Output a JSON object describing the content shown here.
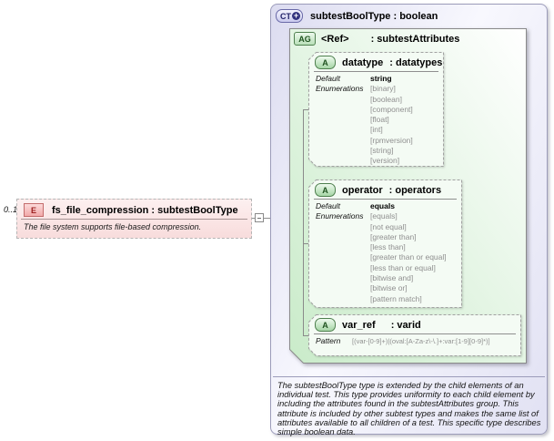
{
  "element": {
    "cardinality": "0..1",
    "badge": "E",
    "name": "fs_file_compression : subtestBoolType",
    "description": "The file system supports file-based compression."
  },
  "complex_type": {
    "badge": "CT",
    "plus": "+",
    "title": "subtestBoolType : boolean",
    "description": "The subtestBoolType type is extended by the child elements of an individual test.  This type provides uniformity to each child element by including the attributes found in the subtestAttributes group.  This attribute is included by other subtest types and makes the same list of attributes available to all children of a test.  This specific type describes simple boolean data."
  },
  "attribute_group": {
    "badge": "AG",
    "name": "<Ref>",
    "type_label": ": subtestAttributes"
  },
  "attributes": [
    {
      "badge": "A",
      "name": "datatype",
      "type_label": ": datatypes",
      "facets": [
        {
          "label": "Default",
          "value": "string"
        },
        {
          "label": "Enumerations",
          "value": "[binary]"
        },
        {
          "label": "",
          "value": "[boolean]"
        },
        {
          "label": "",
          "value": "[component]"
        },
        {
          "label": "",
          "value": "[float]"
        },
        {
          "label": "",
          "value": "[int]"
        },
        {
          "label": "",
          "value": "[rpmversion]"
        },
        {
          "label": "",
          "value": "[string]"
        },
        {
          "label": "",
          "value": "[version]"
        }
      ]
    },
    {
      "badge": "A",
      "name": "operator",
      "type_label": ": operators",
      "facets": [
        {
          "label": "Default",
          "value": "equals"
        },
        {
          "label": "Enumerations",
          "value": "[equals]"
        },
        {
          "label": "",
          "value": "[not equal]"
        },
        {
          "label": "",
          "value": "[greater than]"
        },
        {
          "label": "",
          "value": "[less than]"
        },
        {
          "label": "",
          "value": "[greater than or equal]"
        },
        {
          "label": "",
          "value": "[less than or equal]"
        },
        {
          "label": "",
          "value": "[bitwise and]"
        },
        {
          "label": "",
          "value": "[bitwise or]"
        },
        {
          "label": "",
          "value": "[pattern match]"
        }
      ]
    },
    {
      "badge": "A",
      "name": "var_ref",
      "type_label": ": varid",
      "facets": [
        {
          "label": "Pattern",
          "value": "[(var-[0-9]+)|(oval:[A-Za-z\\-\\.]+:var:[1-9][0-9]*)]"
        }
      ]
    }
  ],
  "colors": {
    "element_fill": "#f8dcdc",
    "element_accent": "#c46c6c",
    "complex_type_fill": "#e1e1f3",
    "complex_type_accent": "#32327e",
    "attribute_group_fill": "#cdebcd",
    "attribute_fill": "#f4fbf4",
    "green_accent": "#4f804f",
    "muted_text": "#8f8f8f"
  }
}
